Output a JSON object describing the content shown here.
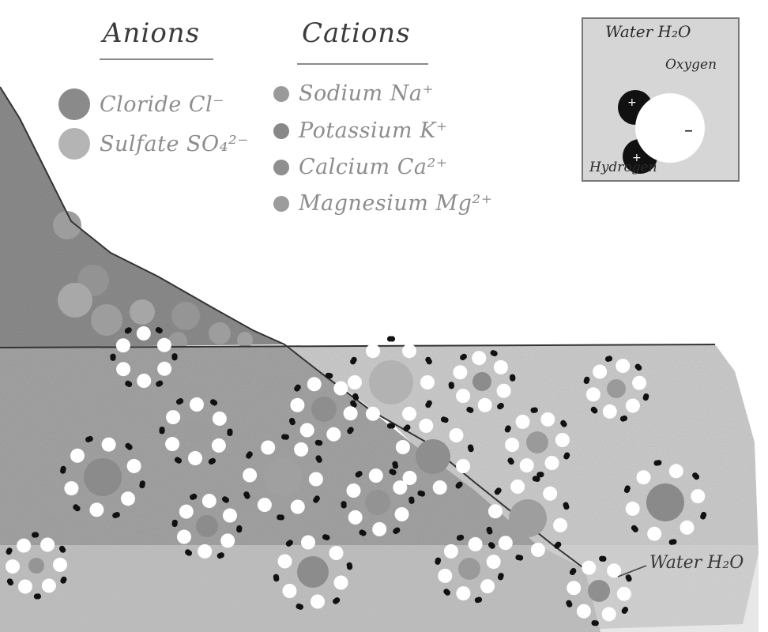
{
  "anions": {
    "title": "Anions",
    "items": [
      {
        "label": "Cloride Cl⁻",
        "color": "#8a8a8a"
      },
      {
        "label": "Sulfate SO₄²⁻",
        "color": "#b4b4b4"
      }
    ]
  },
  "cations": {
    "title": "Cations",
    "items": [
      {
        "label": "Sodium Na⁺",
        "color": "#9a9a9a"
      },
      {
        "label": "Potassium K⁺",
        "color": "#888888"
      },
      {
        "label": "Calcium Ca²⁺",
        "color": "#8f8f8f"
      },
      {
        "label": "Magnesium Mg²⁺",
        "color": "#9c9c9c"
      }
    ]
  },
  "inset": {
    "title": "Water H₂O",
    "oxygen_label": "Oxygen",
    "hydrogen_label": "Hydrogen",
    "minus_sign": "–",
    "plus_sign": "+"
  },
  "water_callout": "Water H₂O",
  "colors": {
    "rock": "#8f8f8f",
    "water": "#cfcfcf",
    "soil": "#a9a9a9",
    "outline": "#333333",
    "hydrogen": "#111111",
    "oxygen": "#ffffff"
  }
}
